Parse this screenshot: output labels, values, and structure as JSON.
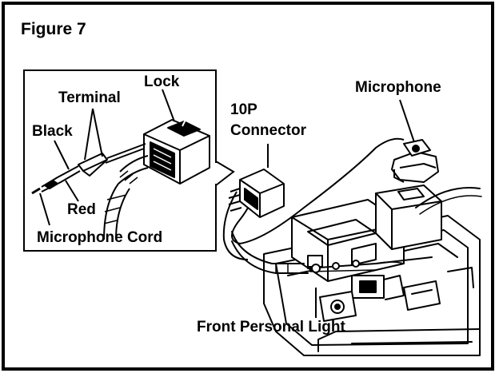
{
  "figure": {
    "title": "Figure 7"
  },
  "labels": {
    "lock": "Lock",
    "terminal": "Terminal",
    "black": "Black",
    "red": "Red",
    "microphone_cord": "Microphone Cord",
    "connector_line1": "10P",
    "connector_line2": "Connector",
    "microphone": "Microphone",
    "front_personal_light": "Front Personal Light"
  },
  "colors": {
    "ink": "#000000",
    "paper": "#ffffff"
  }
}
